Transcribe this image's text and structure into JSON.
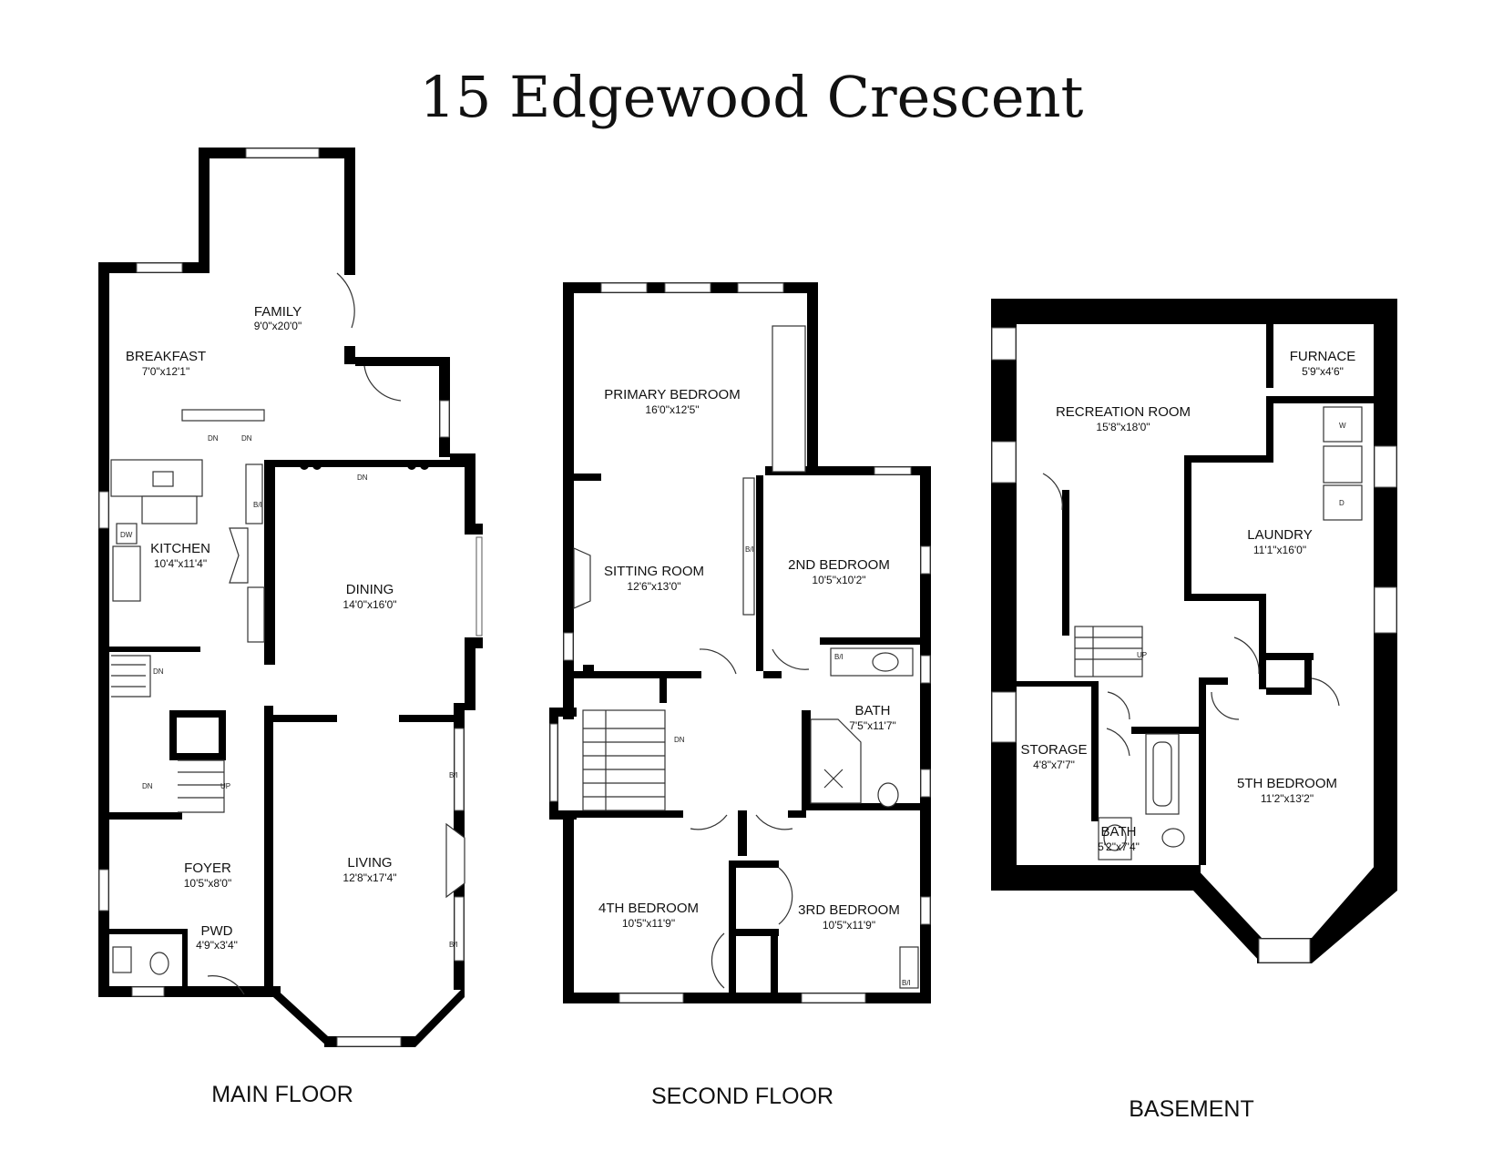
{
  "title": "15 Edgewood Crescent",
  "floors": {
    "main": {
      "label": "MAIN FLOOR",
      "rooms": {
        "family": {
          "name": "FAMILY",
          "dims": "9'0\"x20'0\""
        },
        "breakfast": {
          "name": "BREAKFAST",
          "dims": "7'0\"x12'1\""
        },
        "kitchen": {
          "name": "KITCHEN",
          "dims": "10'4\"x11'4\""
        },
        "dining": {
          "name": "DINING",
          "dims": "14'0\"x16'0\""
        },
        "foyer": {
          "name": "FOYER",
          "dims": "10'5\"x8'0\""
        },
        "pwd": {
          "name": "PWD",
          "dims": "4'9\"x3'4\""
        },
        "living": {
          "name": "LIVING",
          "dims": "12'8\"x17'4\""
        }
      }
    },
    "second": {
      "label": "SECOND FLOOR",
      "rooms": {
        "primary": {
          "name": "PRIMARY BEDROOM",
          "dims": "16'0\"x12'5\""
        },
        "sitting": {
          "name": "SITTING ROOM",
          "dims": "12'6\"x13'0\""
        },
        "bed2": {
          "name": "2ND BEDROOM",
          "dims": "10'5\"x10'2\""
        },
        "bath": {
          "name": "BATH",
          "dims": "7'5\"x11'7\""
        },
        "bed4": {
          "name": "4TH BEDROOM",
          "dims": "10'5\"x11'9\""
        },
        "bed3": {
          "name": "3RD BEDROOM",
          "dims": "10'5\"x11'9\""
        }
      }
    },
    "basement": {
      "label": "BASEMENT",
      "rooms": {
        "furnace": {
          "name": "FURNACE",
          "dims": "5'9\"x4'6\""
        },
        "recreation": {
          "name": "RECREATION ROOM",
          "dims": "15'8\"x18'0\""
        },
        "laundry": {
          "name": "LAUNDRY",
          "dims": "11'1\"x16'0\""
        },
        "storage": {
          "name": "STORAGE",
          "dims": "4'8\"x7'7\""
        },
        "bath": {
          "name": "BATH",
          "dims": "5'2\"x7'4\""
        },
        "bed5": {
          "name": "5TH BEDROOM",
          "dims": "11'2\"x13'2\""
        }
      }
    }
  },
  "annotations": {
    "dn": "DN",
    "up": "UP",
    "bi": "B/I",
    "w": "W",
    "d": "D",
    "dw": "DW"
  }
}
